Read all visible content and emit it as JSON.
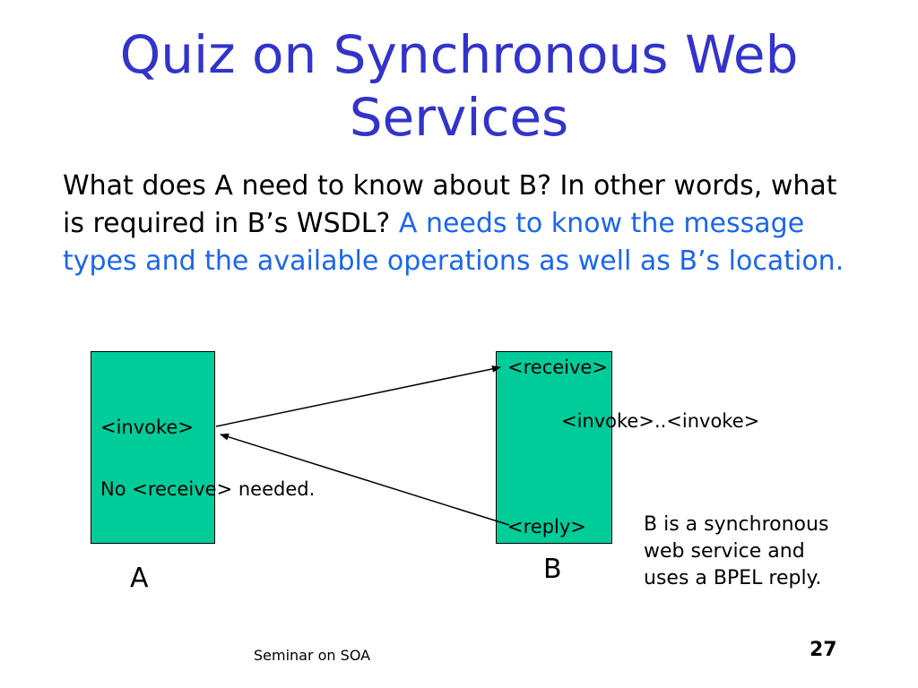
{
  "slide": {
    "title_line1": "Quiz on Synchronous Web",
    "title_line2": "Services",
    "question": "What does A need to know about B? In other words, what is required in B’s WSDL? ",
    "answer": "A needs to know the message types and the available operations as well as B’s location.",
    "footer": "Seminar on SOA",
    "page_number": "27"
  },
  "diagram": {
    "box_color": "#00cc99",
    "title_color": "#3333cc",
    "answer_color": "#1a66ee",
    "box_a": {
      "label": "A",
      "invoke": "<invoke>",
      "no_receive": "No <receive> needed."
    },
    "box_b": {
      "label": "B",
      "receive": "<receive>",
      "invoke_pair": "<invoke>..<invoke>",
      "reply": "<reply>"
    },
    "note_lines": [
      "B is a synchronous",
      "web service and",
      "uses a BPEL reply."
    ]
  }
}
